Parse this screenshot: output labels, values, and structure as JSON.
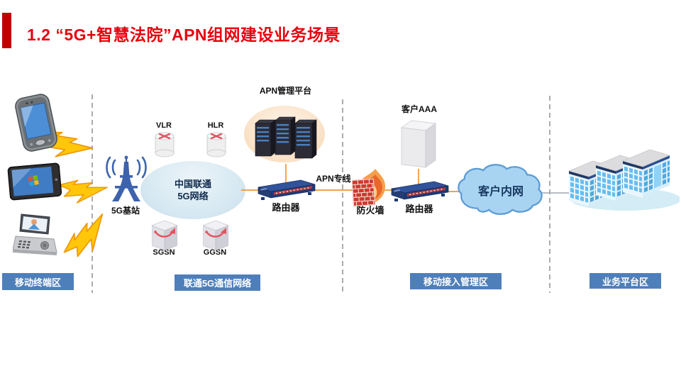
{
  "title": {
    "text": "1.2  “5G+智慧法院”APN组网建设业务场景"
  },
  "zones": {
    "mobile_terminal": "移动终端区",
    "unicom_5g_network": "联通5G通信网络",
    "mobile_access_mgmt": "移动接入管理区",
    "business_platform": "业务平台区"
  },
  "nodes": {
    "base_station": "5G基站",
    "unicom_cloud_line1": "中国联通",
    "unicom_cloud_line2": "5G网络",
    "vlr": "VLR",
    "hlr": "HLR",
    "sgsn": "SGSN",
    "ggsn": "GGSN",
    "apn_platform": "APN管理平台",
    "router_left": "路由器",
    "apn_dedicated_line": "APN专线",
    "firewall": "防火墙",
    "router_right": "路由器",
    "customer_aaa": "客户AAA",
    "customer_intranet": "客户内网"
  },
  "colors": {
    "title_red": "#E8000D",
    "title_bar_red": "#C00000",
    "zone_label_blue": "#4E7FBA",
    "connector_orange": "#F0962E",
    "lightning_gold": "#FFC60A",
    "tower_blue": "#3D63AC",
    "cloud_fill": "#A8D4F2"
  }
}
